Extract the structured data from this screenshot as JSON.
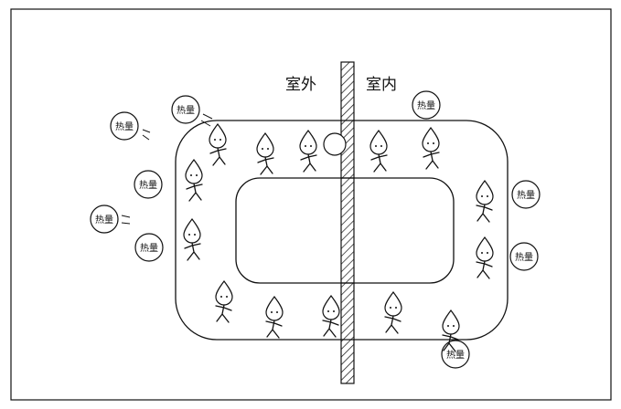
{
  "labels": {
    "outdoor": "室外",
    "indoor": "室内",
    "heat": "热量"
  },
  "colors": {
    "ink": "#111111",
    "background": "#ffffff"
  },
  "figures": [
    {
      "name": "figure-outdoor-1",
      "carries_heat": true
    },
    {
      "name": "figure-outdoor-2",
      "carries_heat": false
    },
    {
      "name": "figure-outdoor-3",
      "carries_heat": false
    },
    {
      "name": "figure-indoor-1",
      "carries_heat": false
    },
    {
      "name": "figure-indoor-2",
      "carries_heat": true
    },
    {
      "name": "figure-right-1",
      "carries_heat": true
    },
    {
      "name": "figure-right-2",
      "carries_heat": true
    },
    {
      "name": "figure-bottom-right",
      "carries_heat": true
    },
    {
      "name": "figure-bottom-1",
      "carries_heat": false
    },
    {
      "name": "figure-bottom-2",
      "carries_heat": false
    },
    {
      "name": "figure-bottom-3",
      "carries_heat": false
    },
    {
      "name": "figure-bottom-4",
      "carries_heat": false
    },
    {
      "name": "figure-left-1",
      "carries_heat": true
    },
    {
      "name": "figure-left-2",
      "carries_heat": true
    }
  ]
}
